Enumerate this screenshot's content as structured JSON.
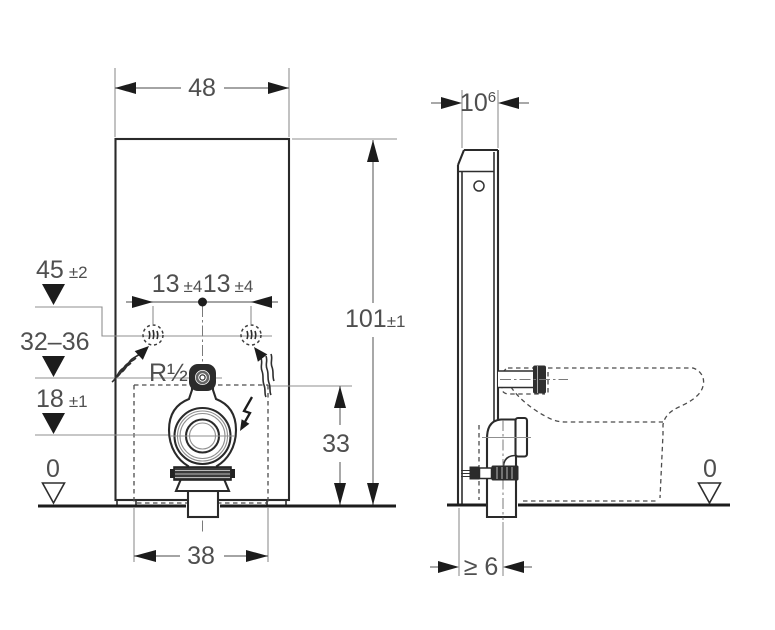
{
  "drawing_type": "sanitary-module-installation-dimensions",
  "front": {
    "width": "48",
    "height_main": "101",
    "height_tol": "±1",
    "offset_left_main": "13",
    "offset_left_tol": "±4",
    "offset_right_main": "13",
    "offset_right_tol": "±4",
    "water_height_main": "45",
    "water_height_tol": "±2",
    "flush_height": "32–36",
    "outlet_height_main": "18",
    "outlet_height_tol": "±1",
    "floor_level": "0",
    "drain_top_height": "33",
    "base_width": "38",
    "water_thread": "R½"
  },
  "side": {
    "depth_main": "10",
    "depth_footnote": "6",
    "drain_offset": "≥ 6",
    "floor_level": "0"
  },
  "icons": {
    "water_connection": "dashed-circle-with-water-marks",
    "water_flow_arrow": "wavy-arrow",
    "electrical_connection": "lightning-bolt-arrow",
    "datum_filled": "filled-down-triangle",
    "datum_open": "open-down-triangle"
  },
  "colors": {
    "background": "#ffffff",
    "object_line": "#2a2a2a",
    "thin_line": "#8f8f8f",
    "text": "#4f4f4f",
    "dark_fill": "#2b2b2b"
  }
}
